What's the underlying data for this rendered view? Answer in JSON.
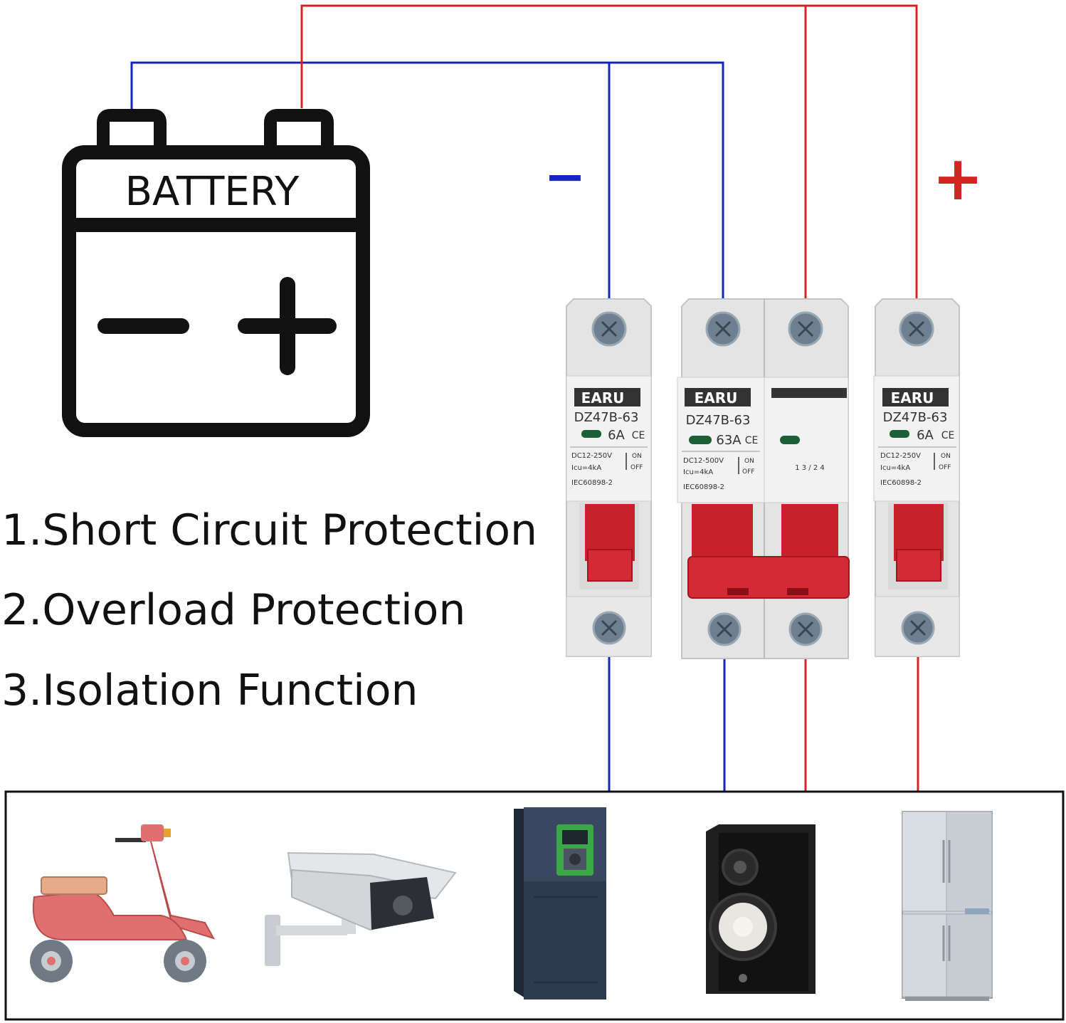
{
  "battery": {
    "label": "BATTERY",
    "symbols": [
      "minus-icon",
      "plus-icon"
    ]
  },
  "polarity": {
    "negative": "−",
    "positive": "+"
  },
  "features": [
    "1.Short Circuit Protection",
    "2.Overload Protection",
    "3.Isolation Function"
  ],
  "breakers": [
    {
      "brand": "EARU",
      "model": "DZ47B-63",
      "rating": "6A",
      "voltage": "DC12-250V",
      "icu": "Icu=4kA",
      "standard": "IEC60898-2",
      "on": "ON",
      "off": "OFF",
      "ce": "CE"
    },
    {
      "brand": "EARU",
      "model": "DZ47B-63",
      "rating": "63A",
      "voltage": "DC12-500V",
      "icu": "Icu=4kA",
      "standard": "IEC60898-2",
      "on": "ON",
      "off": "OFF",
      "ce": "CE",
      "second_pole_marks": "1 3 / 2 4"
    },
    {
      "brand": "EARU",
      "model": "DZ47B-63",
      "rating": "6A",
      "voltage": "DC12-250V",
      "icu": "Icu=4kA",
      "standard": "IEC60898-2",
      "on": "ON",
      "off": "OFF",
      "ce": "CE"
    }
  ],
  "devices": [
    "scooter-icon",
    "security-camera-icon",
    "inverter-icon",
    "speaker-icon",
    "refrigerator-icon"
  ],
  "colors": {
    "negative_wire": "#1626b8",
    "positive_wire": "#d42424",
    "breaker_body": "#e6e6e6",
    "breaker_toggle": "#c8202c",
    "outline": "#111111"
  }
}
